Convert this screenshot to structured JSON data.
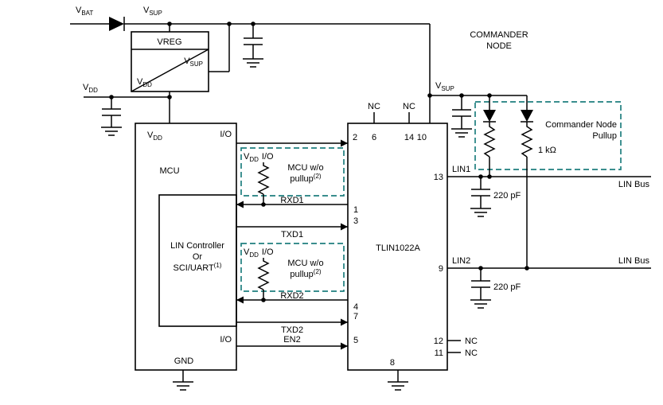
{
  "colors": {
    "background": "#ffffff",
    "wire": "#000000",
    "highlight_teal": "#1f7f7f"
  },
  "power": {
    "v": "V",
    "bat": "BAT",
    "sup": "SUP",
    "dd": "DD"
  },
  "vreg": {
    "title": "VREG"
  },
  "mcu": {
    "title": "MCU",
    "io": "I/O",
    "gnd": "GND",
    "controller_line1": "LIN Controller",
    "controller_line2": "Or",
    "controller_line3": "SCI/UART",
    "controller_sup": "(1)"
  },
  "pullup_note": {
    "line1": "MCU w/o",
    "line2": "pullup",
    "sup": "(2)"
  },
  "signals": {
    "rxd1": "RXD1",
    "txd1": "TXD1",
    "rxd2": "RXD2",
    "txd2": "TXD2",
    "en2": "EN2"
  },
  "tlin": {
    "title": "TLIN1022A",
    "nc": "NC",
    "lin1": "LIN1",
    "lin2": "LIN2",
    "pins": {
      "p1": "1",
      "p2": "2",
      "p3": "3",
      "p4": "4",
      "p5": "5",
      "p6": "6",
      "p7": "7",
      "p8": "8",
      "p9": "9",
      "p10": "10",
      "p11": "11",
      "p12": "12",
      "p13": "13",
      "p14": "14"
    }
  },
  "bus": {
    "cap": "220 pF",
    "lin_bus": "LIN Bus",
    "pullup_res": "1 kΩ",
    "commander_line1": "COMMANDER",
    "commander_line2": "NODE",
    "pullup_box_line1": "Commander Node",
    "pullup_box_line2": "Pullup"
  }
}
